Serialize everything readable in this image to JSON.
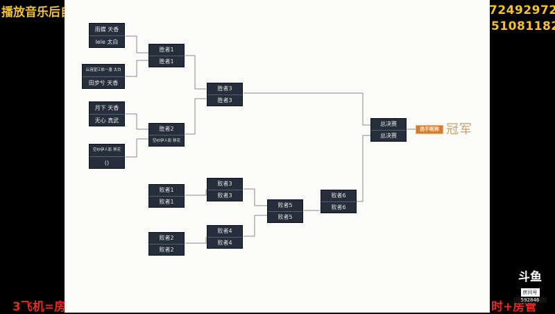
{
  "overlay": {
    "top_left": "播放音乐后自",
    "top_right_1": "72492972",
    "top_right_2": "51081182",
    "bottom_left": "3飞机=房",
    "bottom_right": "时+房管"
  },
  "bracket": {
    "r1": [
      {
        "top": "雨蝶  天香",
        "bottom": "lele  太白"
      },
      {
        "top": "云涵望江依一唐  太白",
        "bottom": "田步兮  天香"
      },
      {
        "top": "月下  天香",
        "bottom": "无心  真武"
      },
      {
        "top": "空纱伊人影  移花",
        "bottom": "()"
      }
    ],
    "winners_r2": [
      {
        "top": "胜者1",
        "bottom": "胜者1"
      },
      {
        "top": "胜者2",
        "bottom": "空纱伊人影  移花"
      }
    ],
    "winners_r3": {
      "top": "胜者3",
      "bottom": "胜者3"
    },
    "losers_r1": [
      {
        "top": "败者1",
        "bottom": "败者1"
      },
      {
        "top": "败者2",
        "bottom": "败者2"
      }
    ],
    "losers_r2": [
      {
        "top": "败者3",
        "bottom": "败者3"
      },
      {
        "top": "败者4",
        "bottom": "败者4"
      }
    ],
    "losers_r3": {
      "top": "败者5",
      "bottom": "败者5"
    },
    "losers_r4": {
      "top": "败者6",
      "bottom": "败者6"
    },
    "final": {
      "top": "总决赛",
      "bottom": "总决赛"
    },
    "champion_tag": "选手昵称",
    "champion_label": "冠军"
  },
  "douyu": {
    "logo": "斗鱼",
    "label": "房间号",
    "room": "592846"
  }
}
